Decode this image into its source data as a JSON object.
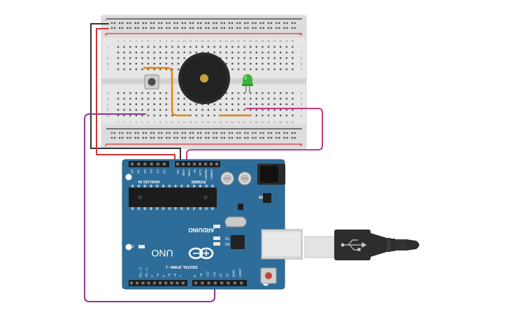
{
  "breadboard": {
    "rail_plus": "+",
    "rail_minus": "-",
    "column_numbers": [
      "1",
      "2",
      "3",
      "4",
      "5",
      "6",
      "7",
      "8",
      "9",
      "10",
      "11",
      "12",
      "13",
      "14",
      "15",
      "16",
      "17",
      "18",
      "19",
      "20",
      "21",
      "22",
      "23",
      "24",
      "25",
      "26",
      "27",
      "28",
      "29",
      "30"
    ],
    "row_letters_top": [
      "j",
      "i",
      "h",
      "g",
      "f"
    ],
    "row_letters_bottom": [
      "e",
      "d",
      "c",
      "b",
      "a"
    ]
  },
  "components": {
    "buzzer": "piezo buzzer",
    "pushbutton": "push button",
    "led": "green LED",
    "usb_plug": "USB cable"
  },
  "arduino": {
    "brand": "ARDUINO",
    "model": "UNO",
    "analog_label": "ANALOG IN",
    "analog_pins": [
      "A5",
      "A4",
      "A3",
      "A2",
      "A1",
      "A0"
    ],
    "power_label": "POWER",
    "power_pins": [
      "Vin",
      "GND",
      "GND",
      "5V",
      "3.3V",
      "RESET",
      "IOREF"
    ],
    "digital_label": "DIGITAL (PWM ~)",
    "digital_pins": [
      "AREF",
      "GND",
      "13",
      "12",
      "~11",
      "~10",
      "~9",
      "8",
      "7",
      "~6",
      "~5",
      "4",
      "~3",
      "2",
      "TX→1",
      "RX←0"
    ],
    "led_labels": [
      "L",
      "TX",
      "RX"
    ],
    "on_label": "ON"
  },
  "colors": {
    "breadboard": "#e6e6e6",
    "arduino_board": "#2e6d99",
    "wire_black": "#333333",
    "wire_red": "#d33333",
    "wire_purple": "#8a3a8f",
    "wire_magenta": "#c23a87",
    "wire_orange": "#e0880e",
    "led_green": "#3fb23a"
  }
}
